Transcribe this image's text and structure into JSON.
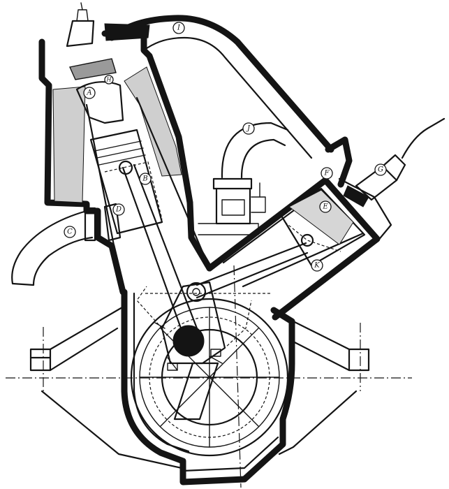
{
  "diagram": {
    "ink_color": "#141414",
    "background_color": "#ffffff",
    "labels": {
      "A": "A",
      "B": "B",
      "C": "C",
      "D": "D",
      "E": "E",
      "F": "F",
      "G": "G",
      "I": "I",
      "J": "J",
      "K": "K",
      "H": "H"
    }
  }
}
